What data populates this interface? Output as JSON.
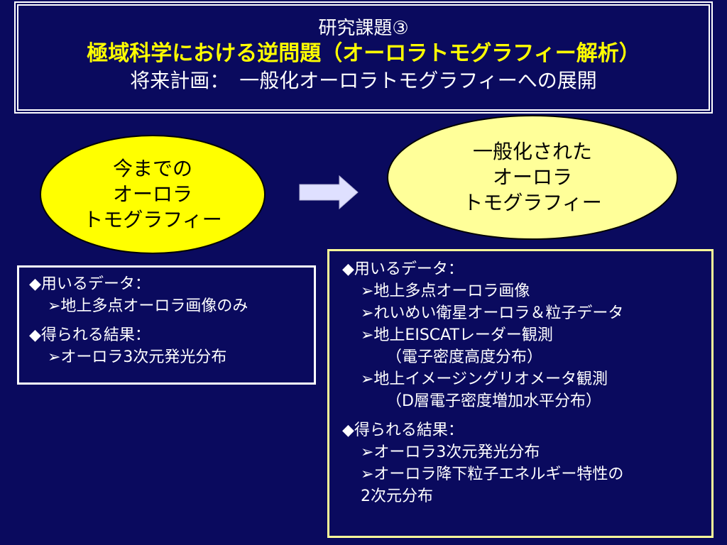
{
  "title": {
    "line1": "研究課題③",
    "line2": "極域科学における逆問題（オーロラトモグラフィー解析）",
    "line3": "将来計画：　一般化オーロラトモグラフィーへの展開"
  },
  "left_ellipse": {
    "lines": [
      "今までの",
      "オーロラ",
      "トモグラフィー"
    ]
  },
  "right_ellipse": {
    "lines": [
      "一般化された",
      "オーロラ",
      "トモグラフィー"
    ]
  },
  "arrow": {
    "icon": "right-arrow-icon",
    "color": "#dfe0ff"
  },
  "left_box": {
    "data_heading": "◆用いるデータ：",
    "data_items": [
      "➢地上多点オーロラ画像のみ"
    ],
    "result_heading": "◆得られる結果：",
    "result_items": [
      "➢オーロラ3次元発光分布"
    ]
  },
  "right_box": {
    "data_heading": "◆用いるデータ：",
    "data_items": [
      "➢地上多点オーロラ画像",
      "➢れいめい衛星オーロラ＆粒子データ",
      "➢地上EISCATレーダー観測",
      "（電子密度高度分布）",
      "➢地上イメージングリオメータ観測",
      "（D層電子密度増加水平分布）"
    ],
    "result_heading": "◆得られる結果：",
    "result_items": [
      "➢オーロラ3次元発光分布",
      "➢オーロラ降下粒子エネルギー特性の",
      "2次元分布"
    ]
  },
  "colors": {
    "background": "#0a0a5e",
    "highlight": "#ffff00",
    "right_ellipse_fill": "#ffff99",
    "text": "#ffffff"
  }
}
